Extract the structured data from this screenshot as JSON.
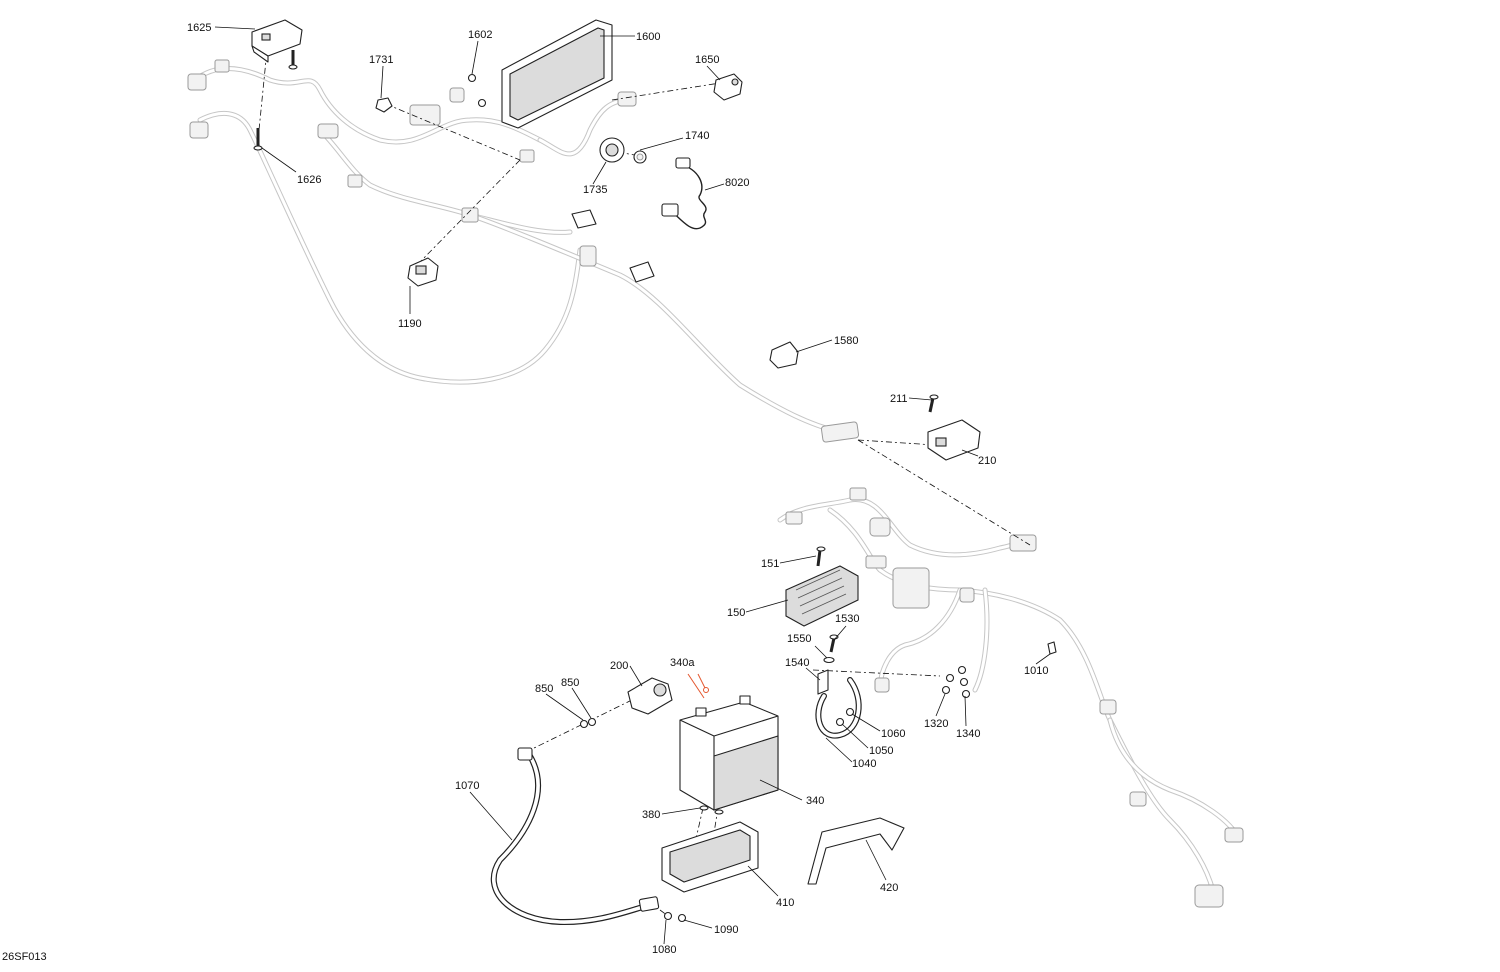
{
  "diagram_code": "26SF013",
  "accent_color": "#e4572e",
  "part_labels": {
    "p1625": "1625",
    "p1626": "1626",
    "p1602": "1602",
    "p1600": "1600",
    "p1731": "1731",
    "p1650": "1650",
    "p1740": "1740",
    "p1735": "1735",
    "p8020": "8020",
    "p1190": "1190",
    "p1580": "1580",
    "p211": "211",
    "p210": "210",
    "p151": "151",
    "p150": "150",
    "p1530": "1530",
    "p1550": "1550",
    "p1540": "1540",
    "p1010": "1010",
    "p200": "200",
    "p340a": "340a",
    "p850a": "850",
    "p850b": "850",
    "p1060": "1060",
    "p1050": "1050",
    "p1040": "1040",
    "p1320": "1320",
    "p1340": "1340",
    "p1070": "1070",
    "p340": "340",
    "p380": "380",
    "p410": "410",
    "p420": "420",
    "p1090": "1090",
    "p1080": "1080"
  }
}
